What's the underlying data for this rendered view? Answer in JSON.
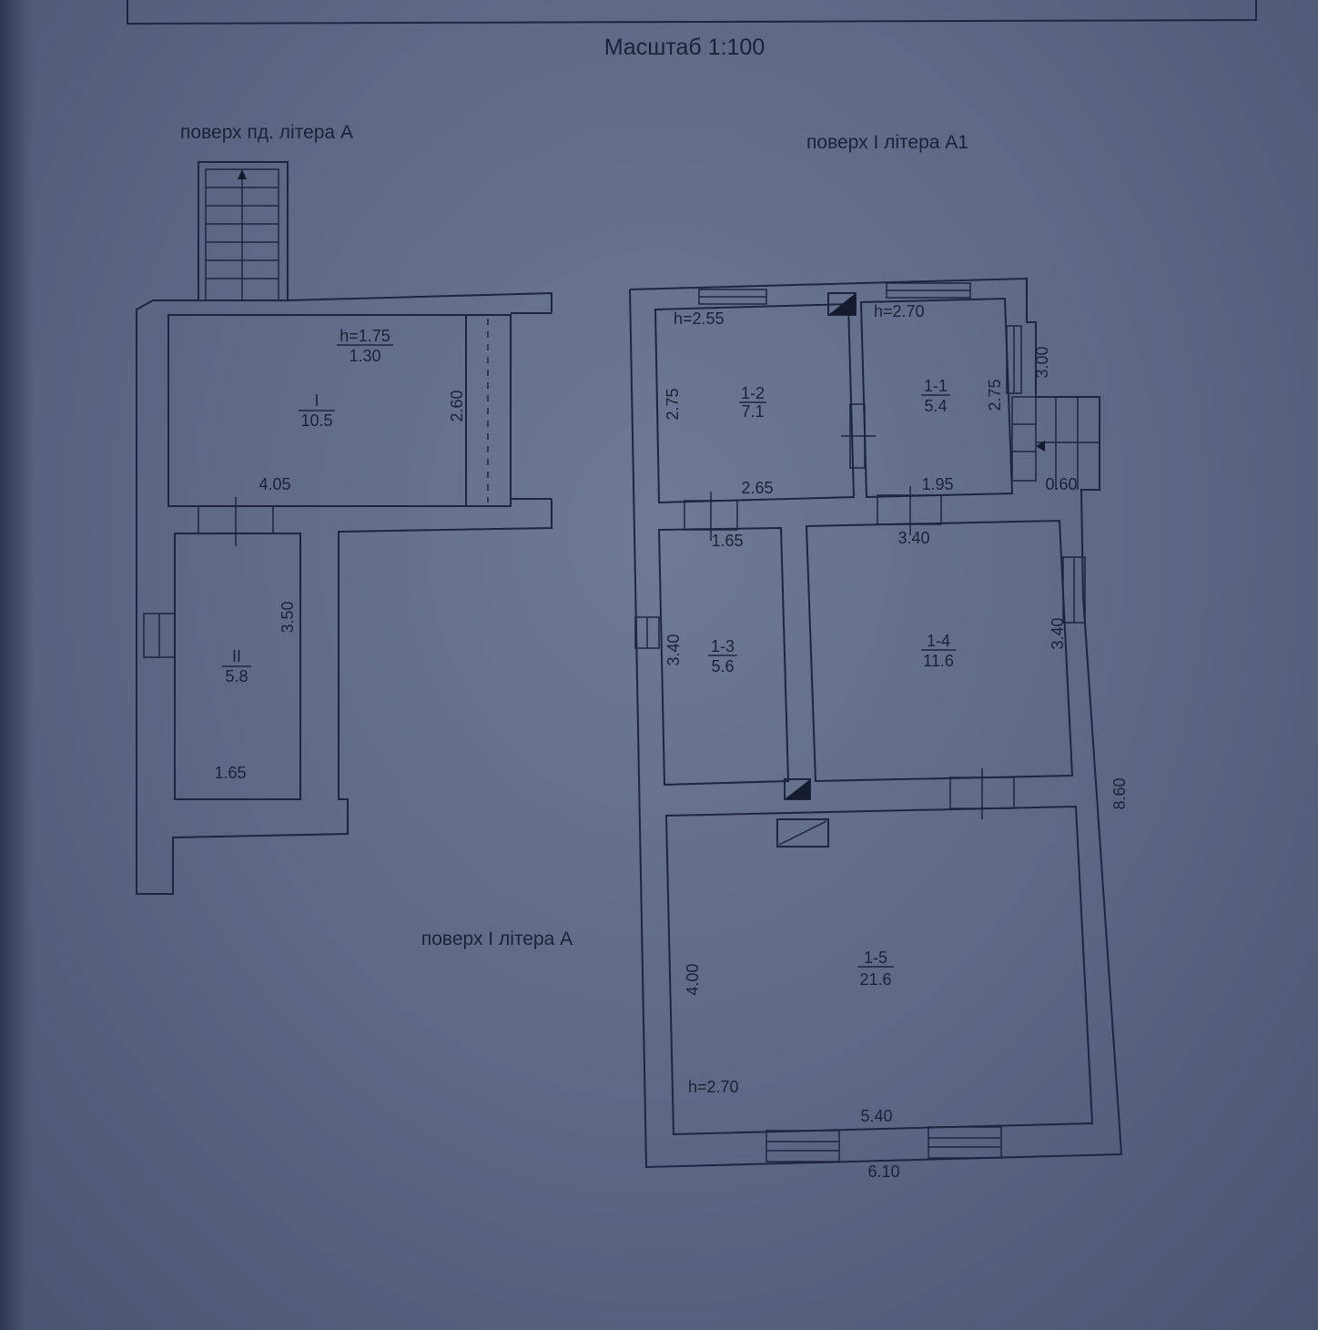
{
  "scale_label": "Масштаб 1:100",
  "floor_labels": {
    "basement": "поверх пд. літера А",
    "first_a1": "поверх І літера А1",
    "first_a": "поверх І літера А"
  },
  "basement": {
    "room1": {
      "number": "I",
      "area": "10.5",
      "h_label": "h=1.75",
      "h_sub": "1.30"
    },
    "room2": {
      "number": "II",
      "area": "5.8"
    },
    "dims": {
      "w1": "4.05",
      "d1": "2.60",
      "w2": "1.65",
      "d2": "3.50"
    }
  },
  "first_floor": {
    "rooms": {
      "r12": {
        "number": "1-2",
        "area": "7.1",
        "h": "h=2.55"
      },
      "r11": {
        "number": "1-1",
        "area": "5.4",
        "h": "h=2.70"
      },
      "r13": {
        "number": "1-3",
        "area": "5.6"
      },
      "r14": {
        "number": "1-4",
        "area": "11.6"
      },
      "r15": {
        "number": "1-5",
        "area": "21.6",
        "h": "h=2.70"
      }
    },
    "dims": {
      "r12_w": "2.65",
      "r12_d": "2.75",
      "r11_w": "1.95",
      "r11_d": "2.75",
      "r11_ext": "3.00",
      "steps": "0.60",
      "r13_w": "1.65",
      "r13_d": "3.40",
      "r14_w": "3.40",
      "r14_d": "3.40",
      "r15_w": "5.40",
      "r15_d": "4.00",
      "total_w": "6.10",
      "total_d": "8.60"
    }
  }
}
